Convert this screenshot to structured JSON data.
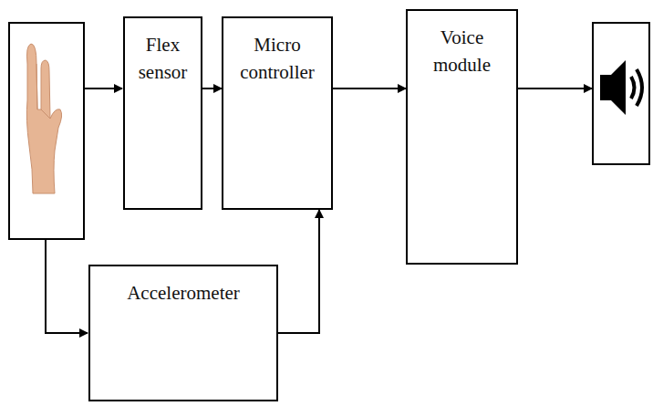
{
  "diagram": {
    "nodes": [
      {
        "text": [
          "Flex sensor"
        ]
      },
      {
        "text": [
          "Micro controller"
        ]
      },
      {
        "text": [
          "Voice module"
        ]
      },
      {
        "text": [
          "Accelerometer"
        ]
      }
    ],
    "edges": [
      {
        "from": 0,
        "to": 1,
        "arrow": "to"
      },
      {
        "from": 1,
        "to": 2,
        "arrow": "to"
      },
      {
        "from": 3,
        "to": 1,
        "arrow": "to"
      }
    ]
  }
}
